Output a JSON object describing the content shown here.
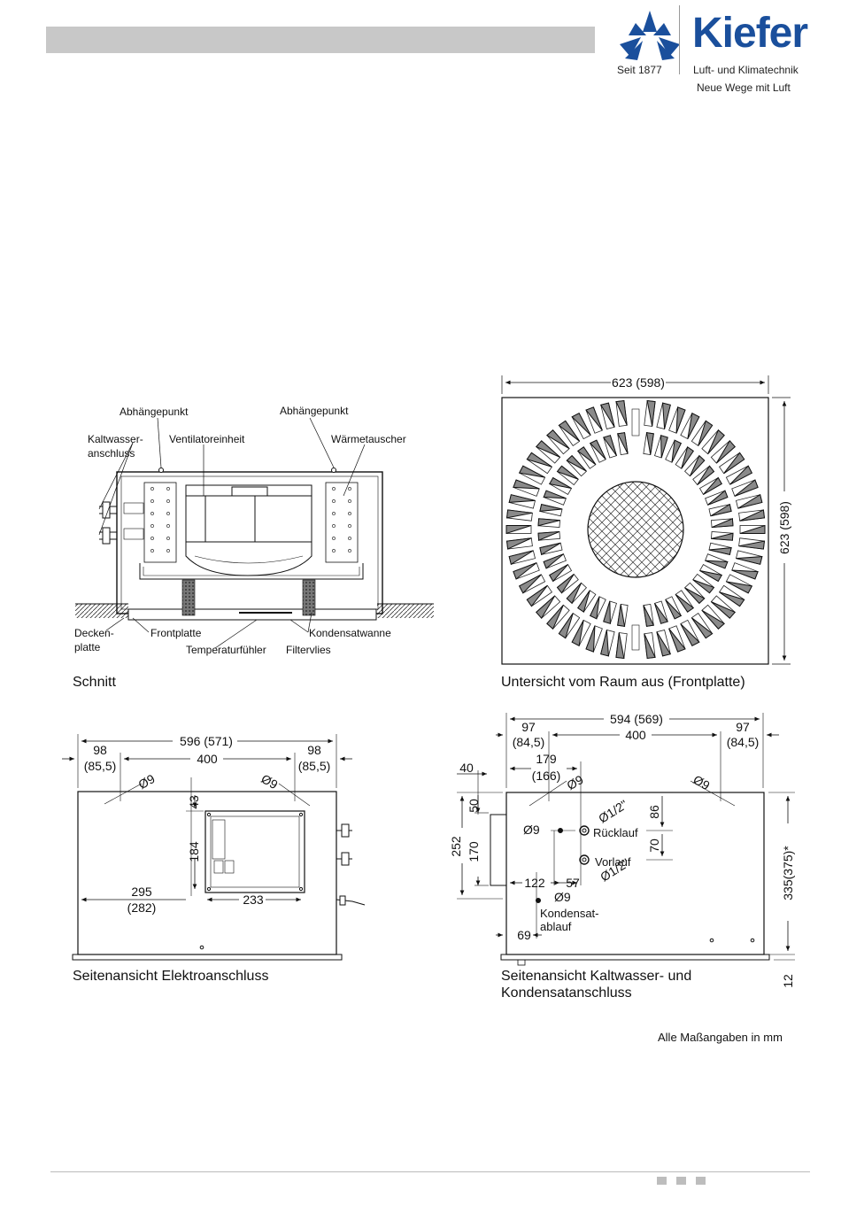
{
  "brand": {
    "name": "Kiefer",
    "since": "Seit 1877",
    "subtitle": "Luft- und Klimatechnik",
    "tagline": "Neue Wege mit Luft",
    "color": "#1a4f9c"
  },
  "section_view": {
    "caption": "Schnitt",
    "labels": {
      "hanging_point_left": "Abhängepunkt",
      "hanging_point_right": "Abhängepunkt",
      "cold_water_1": "Kaltwasser-",
      "cold_water_2": "anschluss",
      "fan_unit": "Ventilatoreinheit",
      "heat_exchanger": "Wärmetauscher",
      "ceiling_1": "Decken-",
      "ceiling_2": "platte",
      "front_plate": "Frontplatte",
      "condensate_pan": "Kondensatwanne",
      "temp_sensor": "Temperaturfühler",
      "filter": "Filtervlies"
    }
  },
  "bottom_view": {
    "caption": "Untersicht vom Raum aus (Frontplatte)",
    "dim_width": "623 (598)",
    "dim_height": "623 (598)"
  },
  "side_electric": {
    "caption": "Seitenansicht Elektroanschluss",
    "dims": {
      "overall": "596 (571)",
      "left_98": "98",
      "left_855": "(85,5)",
      "right_98": "98",
      "right_855": "(85,5)",
      "center_400": "400",
      "d9_left": "Ø9",
      "d9_right": "Ø9",
      "d43": "43",
      "d184": "184",
      "d295": "295",
      "d282": "(282)",
      "d233": "233"
    }
  },
  "side_water": {
    "caption_1": "Seitenansicht Kaltwasser- und",
    "caption_2": "Kondensatanschluss",
    "dims": {
      "overall": "594 (569)",
      "left_97": "97",
      "left_845": "(84,5)",
      "right_97": "97",
      "right_845": "(84,5)",
      "center_400": "400",
      "d40": "40",
      "d179": "179",
      "d166": "(166)",
      "d9_a": "Ø9",
      "d9_b": "Ø9",
      "d9_c": "Ø9",
      "d9_d": "Ø9",
      "pipe_half_a": "Ø1/2\"",
      "pipe_half_b": "Ø1/2\"",
      "return": "Rücklauf",
      "supply": "Vorlauf",
      "d50": "50",
      "d252": "252",
      "d170": "170",
      "d86": "86",
      "d70": "70",
      "d122": "122",
      "d57": "57",
      "condensate_1": "Kondensat-",
      "condensate_2": "ablauf",
      "d69": "69",
      "height": "335(375)*",
      "d12": "12"
    }
  },
  "note": "Alle Maßangaben in mm"
}
